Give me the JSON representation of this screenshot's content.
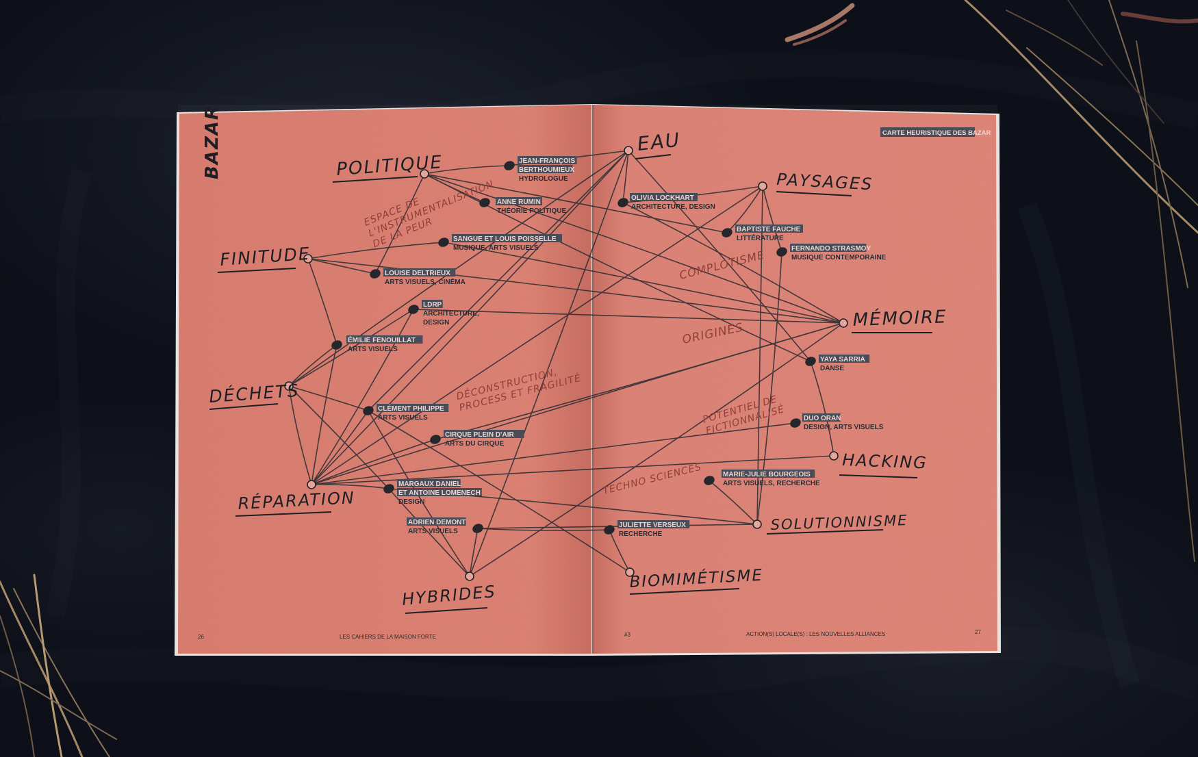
{
  "magazine": {
    "header_left": "BAZAR",
    "header_right": "CARTE HEURISTIQUE DES BAZAR",
    "footer": {
      "page_left": "26",
      "title_left": "LES CAHIERS DE LA MAISON FORTE",
      "issue": "#3",
      "title_right": "ACTION(S) LOCALE(S) : LES NOUVELLES ALLIANCES",
      "page_right": "27"
    }
  },
  "themes": {
    "politique": "POLITIQUE",
    "finitude": "FINITUDE",
    "dechets": "DÉCHETS",
    "reparation": "RÉPARATION",
    "hybrides": "HYBRIDES",
    "eau": "EAU",
    "paysages": "PAYSAGES",
    "memoire": "MÉMOIRE",
    "hacking": "HACKING",
    "solutionnisme": "SOLUTIONNISME",
    "biomimetisme": "BIOMIMÉTISME"
  },
  "people": [
    {
      "id": "jf",
      "name_lines": [
        "JEAN-FRANÇOIS",
        "BERTHOUMIEUX"
      ],
      "role_lines": [
        "HYDROLOGUE"
      ]
    },
    {
      "id": "ar",
      "name_lines": [
        "ANNE RUMIN"
      ],
      "role_lines": [
        "THÉORIE POLITIQUE"
      ]
    },
    {
      "id": "sp",
      "name_lines": [
        "SANGUE ET LOUIS POISSELLE"
      ],
      "role_lines": [
        "MUSIQUE, ARTS VISUELS"
      ]
    },
    {
      "id": "ld",
      "name_lines": [
        "LOUISE DELTRIEUX"
      ],
      "role_lines": [
        "ARTS VISUELS, CINÉMA"
      ]
    },
    {
      "id": "ldrp",
      "name_lines": [
        "LDRP"
      ],
      "role_lines": [
        "ARCHITECTURE,",
        "DESIGN"
      ]
    },
    {
      "id": "ef",
      "name_lines": [
        "ÉMILIE FENOUILLAT"
      ],
      "role_lines": [
        "ARTS VISUELS"
      ]
    },
    {
      "id": "cp",
      "name_lines": [
        "CLÉMENT PHILIPPE"
      ],
      "role_lines": [
        "ARTS VISUELS"
      ]
    },
    {
      "id": "cpa",
      "name_lines": [
        "CIRQUE PLEIN D'AIR"
      ],
      "role_lines": [
        "ARTS DU CIRQUE"
      ]
    },
    {
      "id": "md",
      "name_lines": [
        "MARGAUX DANIEL",
        "ET ANTOINE LOMENECH"
      ],
      "role_lines": [
        "DESIGN"
      ]
    },
    {
      "id": "ad",
      "name_lines": [
        "ADRIEN DEMONT"
      ],
      "role_lines": [
        "ARTS VISUELS"
      ]
    },
    {
      "id": "ol",
      "name_lines": [
        "OLIVIA LOCKHART"
      ],
      "role_lines": [
        "ARCHITECTURE, DESIGN"
      ]
    },
    {
      "id": "bf",
      "name_lines": [
        "BAPTISTE FAUCHE"
      ],
      "role_lines": [
        "LITTÉRATURE"
      ]
    },
    {
      "id": "fs",
      "name_lines": [
        "FERNANDO STRASMOY"
      ],
      "role_lines": [
        "MUSIQUE CONTEMPORAINE"
      ]
    },
    {
      "id": "ys",
      "name_lines": [
        "YAYA SARRIA"
      ],
      "role_lines": [
        "DANSE"
      ]
    },
    {
      "id": "do",
      "name_lines": [
        "DUO ORAN"
      ],
      "role_lines": [
        "DESIGN, ARTS VISUELS"
      ]
    },
    {
      "id": "mj",
      "name_lines": [
        "MARIE-JULIE BOURGEOIS"
      ],
      "role_lines": [
        "ARTS VISUELS, RECHERCHE"
      ]
    },
    {
      "id": "jv",
      "name_lines": [
        "JULIETTE VERSEUX"
      ],
      "role_lines": [
        "RECHERCHE"
      ]
    }
  ],
  "annotations": {
    "espace": [
      "ESPACE DE",
      "L'INSTRUMENTALISATION",
      "DE LA PEUR"
    ],
    "complotisme": "COMPLOTISME",
    "origines": "ORIGINES",
    "deconstruction": [
      "DÉCONSTRUCTION,",
      "PROCESS ET FRAGILITÉ"
    ],
    "potentiel": [
      "POTENTIEL DE",
      "FICTIONNALISÉ"
    ],
    "techno": "TECHNO SCIENCES"
  },
  "colors": {
    "background": "#0d1018",
    "paper": "#dd8274",
    "ink": "#22242a",
    "label_bg": "#4a4d57",
    "annotation": "#8e3f3a"
  }
}
